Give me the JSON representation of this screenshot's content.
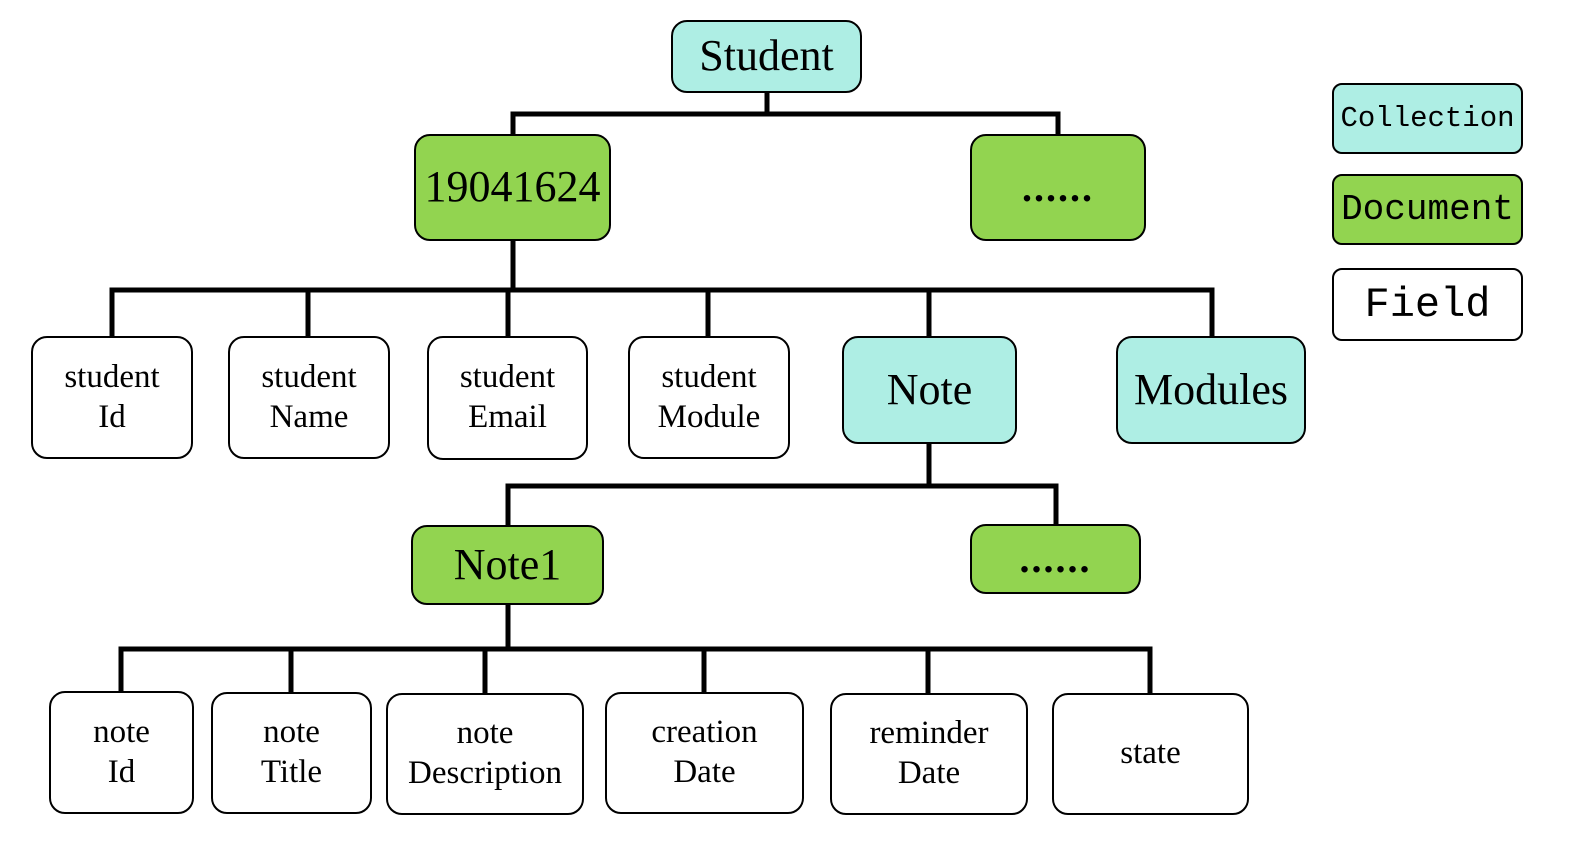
{
  "colors": {
    "collection": "#aeeee4",
    "document": "#92d450",
    "field": "#ffffff",
    "line": "#000000"
  },
  "root": {
    "label": "Student"
  },
  "documents": {
    "student_doc": "19041624",
    "student_more": "......"
  },
  "student_fields": [
    "student\nId",
    "student\nName",
    "student\nEmail",
    "student\nModule"
  ],
  "subcollections": {
    "note": "Note",
    "modules": "Modules"
  },
  "note_documents": {
    "note_doc": "Note1",
    "note_more": "......"
  },
  "note_fields": [
    "note\nId",
    "note\nTitle",
    "note\nDescription",
    "creation\nDate",
    "reminder\nDate",
    "state"
  ],
  "legend": {
    "collection": "Collection",
    "document": "Document",
    "field": "Field"
  }
}
